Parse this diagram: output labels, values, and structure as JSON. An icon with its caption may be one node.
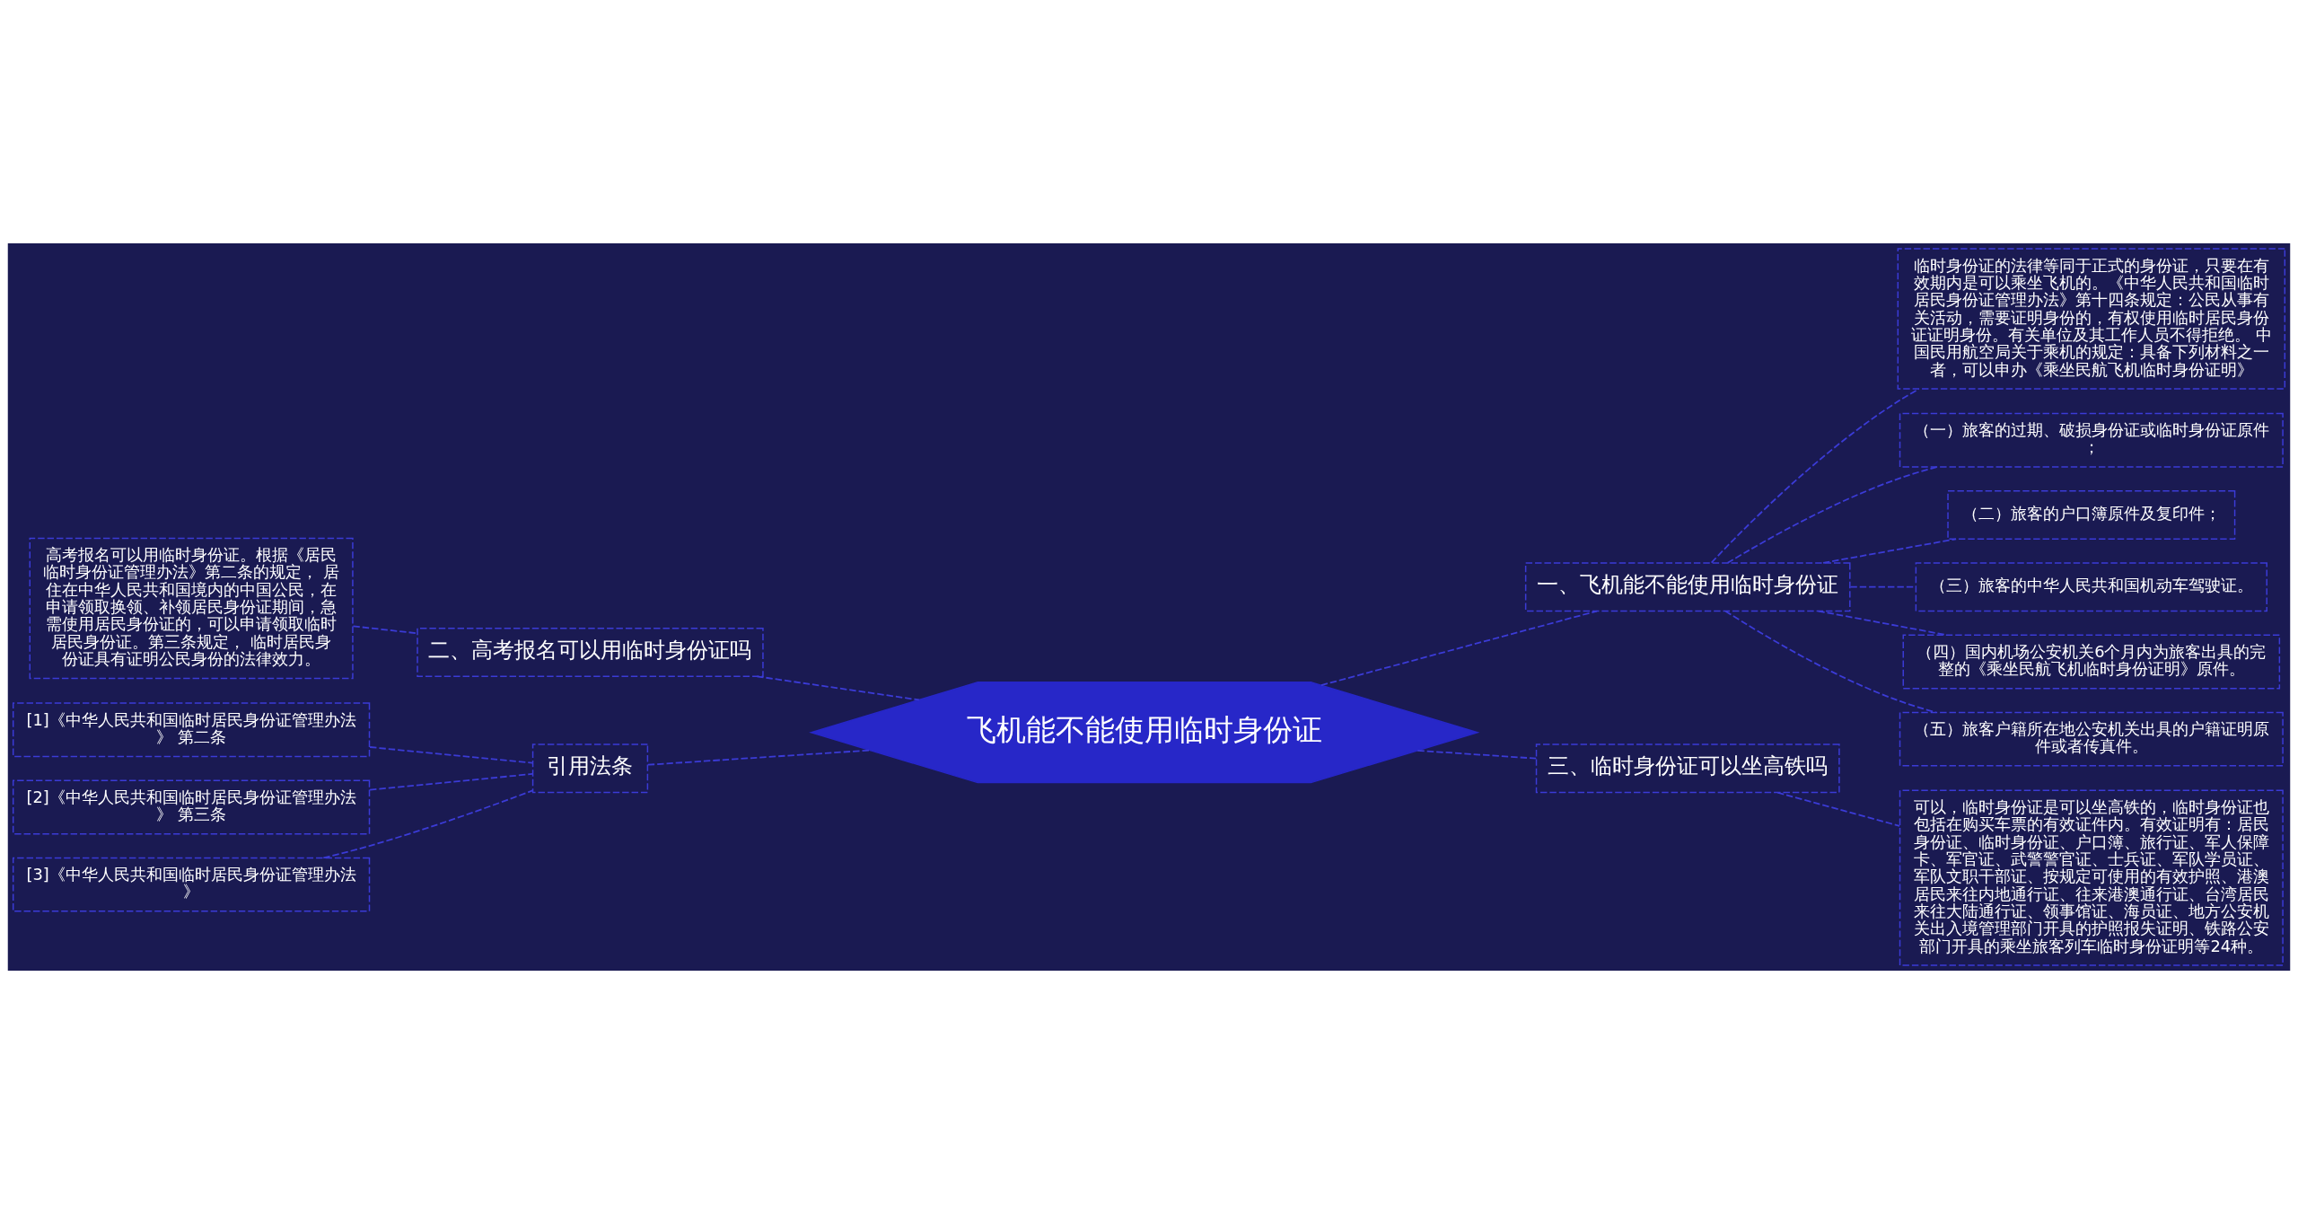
{
  "diagram": {
    "nodes": [
      {
        "text": [
          "飞机能不能使用临时身份证"
        ]
      },
      {
        "text": [
          "一、飞机能不能使用临时身份证"
        ]
      },
      {
        "text": [
          "临时身份证的法律等同于正式的身份证，只要在有效期内是可以乘坐飞机的。《中华人民共和国临时居民身份证管理办法》第十四条规定：公民从事有关活动，需要证明身份的，有权使用临时居民身份证证明身份。有关单位及其工作人员不得拒绝。 中国民用航空局关于乘机的规定：具备下列材料之一者，可以申办《乘坐民航飞机临时身份证明》"
        ]
      },
      {
        "text": [
          "（一）旅客的过期、破损身份证或临时身份证原件；"
        ]
      },
      {
        "text": [
          "（二）旅客的户口簿原件及复印件；"
        ]
      },
      {
        "text": [
          "（三）旅客的中华人民共和国机动车驾驶证。"
        ]
      },
      {
        "text": [
          "（四）国内机场公安机关6个月内为旅客出具的完整的《乘坐民航飞机临时身份证明》原件。"
        ]
      },
      {
        "text": [
          "（五）旅客户籍所在地公安机关出具的户籍证明原件或者传真件。"
        ]
      },
      {
        "text": [
          "二、高考报名可以用临时身份证吗"
        ]
      },
      {
        "text": [
          "高考报名可以用临时身份证。根据《居民临时身份证管理办法》第二条的规定， 居住在中华人民共和国境内的中国公民，在申请领取换领、补领居民身份证期间，急需使用居民身份证的，可以申请领取临时居民身份证。第三条规定， 临时居民身份证具有证明公民身份的法律效力。"
        ]
      },
      {
        "text": [
          "引用法条"
        ]
      },
      {
        "text": [
          "[1]《中华人民共和国临时居民身份证管理办法》 第二条"
        ]
      },
      {
        "text": [
          "[2]《中华人民共和国临时居民身份证管理办法》 第三条"
        ]
      },
      {
        "text": [
          "[3]《中华人民共和国临时居民身份证管理办法》"
        ]
      },
      {
        "text": [
          "三、临时身份证可以坐高铁吗"
        ]
      },
      {
        "text": [
          "可以，临时身份证是可以坐高铁的，临时身份证也包括在购买车票的有效证件内。有效证明有：居民身份证、临时身份证、户口簿、旅行证、军人保障卡、军官证、武警警官证、士兵证、军队学员证、军队文职干部证、按规定可使用的有效护照、港澳居民来往内地通行证、往来港澳通行证、台湾居民来往大陆通行证、领事馆证、海员证、地方公安机关出入境管理部门开具的护照报失证明、铁路公安部门开具的乘坐旅客列车临时身份证明等24种。"
        ]
      }
    ],
    "edges": [
      {
        "from": 0,
        "to": 1,
        "arrow": "none",
        "style": "dashed"
      },
      {
        "from": 1,
        "to": 2,
        "arrow": "none",
        "style": "dashed"
      },
      {
        "from": 1,
        "to": 3,
        "arrow": "none",
        "style": "dashed"
      },
      {
        "from": 1,
        "to": 4,
        "arrow": "none",
        "style": "dashed"
      },
      {
        "from": 1,
        "to": 5,
        "arrow": "none",
        "style": "dashed"
      },
      {
        "from": 1,
        "to": 6,
        "arrow": "none",
        "style": "dashed"
      },
      {
        "from": 1,
        "to": 7,
        "arrow": "none",
        "style": "dashed"
      },
      {
        "from": 0,
        "to": 8,
        "arrow": "none",
        "style": "dashed"
      },
      {
        "from": 8,
        "to": 9,
        "arrow": "none",
        "style": "dashed"
      },
      {
        "from": 0,
        "to": 10,
        "arrow": "none",
        "style": "dashed"
      },
      {
        "from": 10,
        "to": 11,
        "arrow": "none",
        "style": "dashed"
      },
      {
        "from": 10,
        "to": 12,
        "arrow": "none",
        "style": "dashed"
      },
      {
        "from": 10,
        "to": 13,
        "arrow": "none",
        "style": "dashed"
      },
      {
        "from": 0,
        "to": 14,
        "arrow": "none",
        "style": "dashed"
      },
      {
        "from": 14,
        "to": 15,
        "arrow": "none",
        "style": "dashed"
      }
    ]
  }
}
